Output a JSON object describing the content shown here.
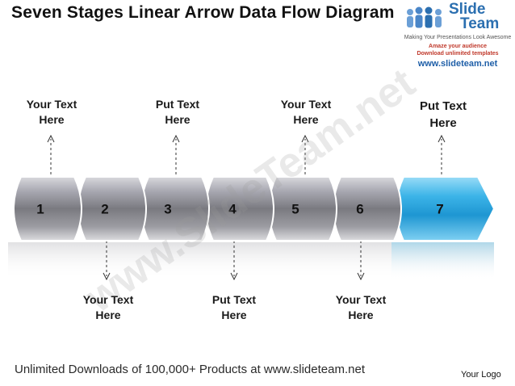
{
  "title": "Seven Stages Linear Arrow Data Flow Diagram",
  "logo": {
    "brand_line1": "Slide",
    "brand_line2": "Team",
    "tagline": "Making Your Presentations Look Awesome",
    "promo_line1": "Amaze your audience",
    "promo_line2": "Download unlimited templates",
    "site": "www.slideteam.net"
  },
  "watermark": "www.SlideTeam.net",
  "stages": [
    {
      "number": "1"
    },
    {
      "number": "2"
    },
    {
      "number": "3"
    },
    {
      "number": "4"
    },
    {
      "number": "5"
    },
    {
      "number": "6"
    },
    {
      "number": "7"
    }
  ],
  "top_labels": [
    {
      "line1": "Your Text",
      "line2": "Here"
    },
    {
      "line1": "Put Text",
      "line2": "Here"
    },
    {
      "line1": "Your Text",
      "line2": "Here"
    },
    {
      "line1": "Put Text",
      "line2": "Here"
    }
  ],
  "bottom_labels": [
    {
      "line1": "Your Text",
      "line2": "Here"
    },
    {
      "line1": "Put Text",
      "line2": "Here"
    },
    {
      "line1": "Your Text",
      "line2": "Here"
    }
  ],
  "footer": "Unlimited Downloads of 100,000+ Products at www.slideteam.net",
  "your_logo": "Your Logo",
  "colors": {
    "segment_gray": "#8a8a8a",
    "segment_highlight": "#29a8e0",
    "text": "#111111"
  }
}
